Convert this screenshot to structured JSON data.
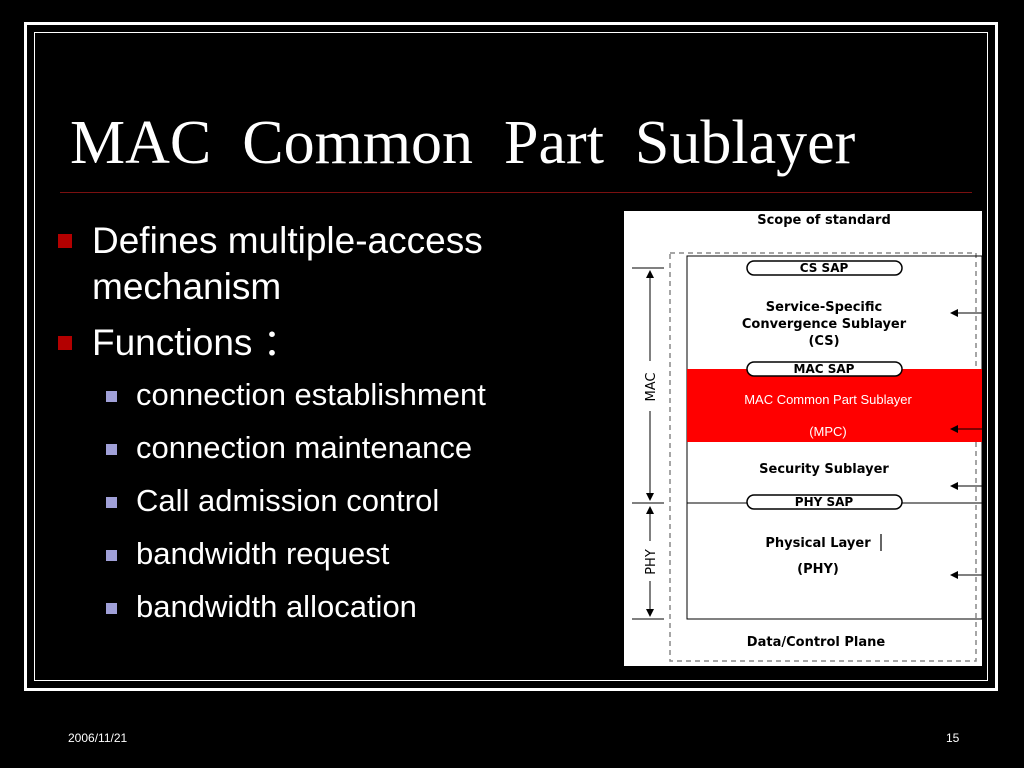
{
  "slide": {
    "title": "MAC  Common  Part  Sublayer",
    "bullets": [
      {
        "text": "Defines multiple-access mechanism",
        "children": []
      },
      {
        "text": "Functions ：",
        "children": [
          "connection establishment",
          "connection maintenance",
          "Call admission control",
          "bandwidth request",
          "bandwidth allocation"
        ]
      }
    ]
  },
  "diagram": {
    "scope_label": "Scope of standard",
    "cs_sap": "CS SAP",
    "cs_line1": "Service-Specific",
    "cs_line2": "Convergence Sublayer",
    "cs_line3": "(CS)",
    "mac_sap": "MAC SAP",
    "mpc_line1": "MAC Common Part Sublayer",
    "mpc_line2": "(MPC)",
    "security": "Security Sublayer",
    "phy_sap": "PHY SAP",
    "phy_line1": "Physical Layer",
    "phy_line2": "(PHY)",
    "plane": "Data/Control Plane",
    "mac_axis": "MAC",
    "phy_axis": "PHY",
    "highlight_color": "#ff0000"
  },
  "footer": {
    "date": "2006/11/21",
    "page": "15"
  }
}
